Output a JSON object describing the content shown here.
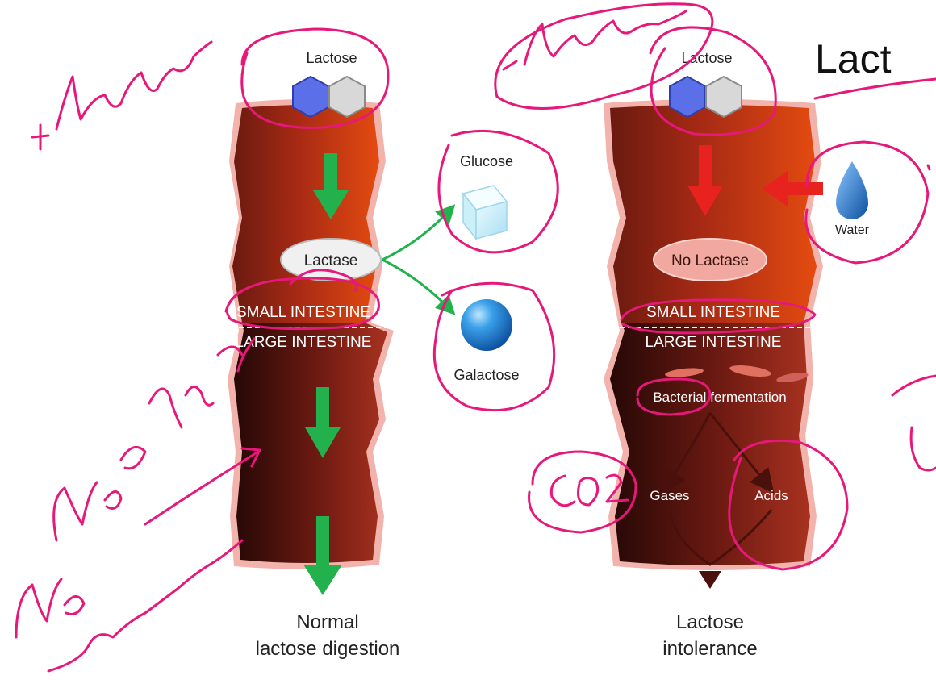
{
  "slide_title": "Lact",
  "left_panel": {
    "lactose_label": "Lactose",
    "enzyme_label": "Lactase",
    "small_intestine_label": "SMALL INTESTINE",
    "large_intestine_label": "LARGE INTESTINE",
    "caption_line1": "Normal",
    "caption_line2": "lactose digestion"
  },
  "products": {
    "glucose_label": "Glucose",
    "galactose_label": "Galactose"
  },
  "right_panel": {
    "lactose_label": "Lactose",
    "water_label": "Water",
    "enzyme_label": "No Lactase",
    "small_intestine_label": "SMALL INTESTINE",
    "large_intestine_label": "LARGE INTESTINE",
    "fermentation_label": "Bacterial fermentation",
    "gases_label": "Gases",
    "acids_label": "Acids",
    "caption_line1": "Lactose",
    "caption_line2": "intolerance"
  },
  "colors": {
    "arrow_normal": "#22b14c",
    "arrow_problem": "#e8231f",
    "intestine_dark": "#3a0d0a",
    "intestine_mid": "#9b2614",
    "intestine_bright": "#e5470f",
    "annotation_ink": "#e6187a",
    "hexagon_blue": "#5b6fe8",
    "hexagon_grey": "#d8d8d8",
    "galactose_sphere": "#1a82d6",
    "water_drop": "#1e73c8"
  }
}
